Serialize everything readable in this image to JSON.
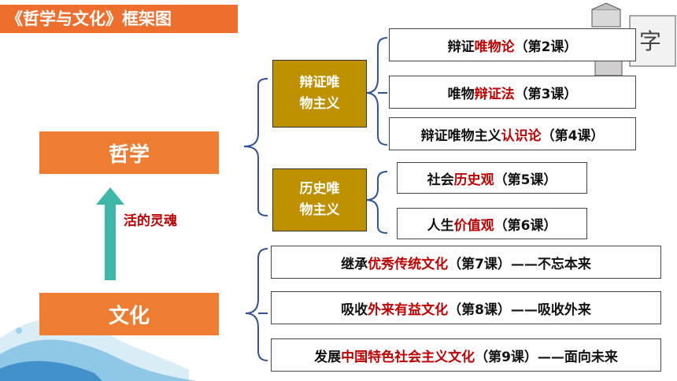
{
  "title": "《哲学与文化》框架图",
  "philosophy_label": "哲学",
  "culture_label": "文化",
  "arrow_label": "活的灵魂",
  "groups": {
    "dialectical_materialism": [
      "辩证唯",
      "物主义"
    ],
    "historical_materialism": [
      "历史唯",
      "物主义"
    ]
  },
  "courses": [
    {
      "pre": "辩证",
      "hl": "唯物论",
      "post": "（第2课）"
    },
    {
      "pre": "唯物",
      "hl": "辩证法",
      "post": "（第3课）"
    },
    {
      "pre": "辩证唯物主义",
      "hl": "认识论",
      "post": "（第4课）"
    },
    {
      "pre": "社会",
      "hl": "历史观",
      "post": "（第5课）"
    },
    {
      "pre": "人生",
      "hl": "价值观",
      "post": "（第6课）"
    },
    {
      "pre": "继承",
      "hl": "优秀传统文化",
      "post": "（第7课）——不忘本来"
    },
    {
      "pre": "吸收",
      "hl": "外来有益文化",
      "post": "（第8课）——吸收外来"
    },
    {
      "pre": "发展",
      "hl": "中国特色社会主义文化",
      "post": "（第9课）——面向未来"
    }
  ],
  "colors": {
    "title_bg": "#ee6f2d",
    "main_box": "#ee7d31",
    "group_box": "#bf9000",
    "highlight": "#c00000",
    "bracket": "#2f5597",
    "arrow": "#3fb7a8"
  }
}
